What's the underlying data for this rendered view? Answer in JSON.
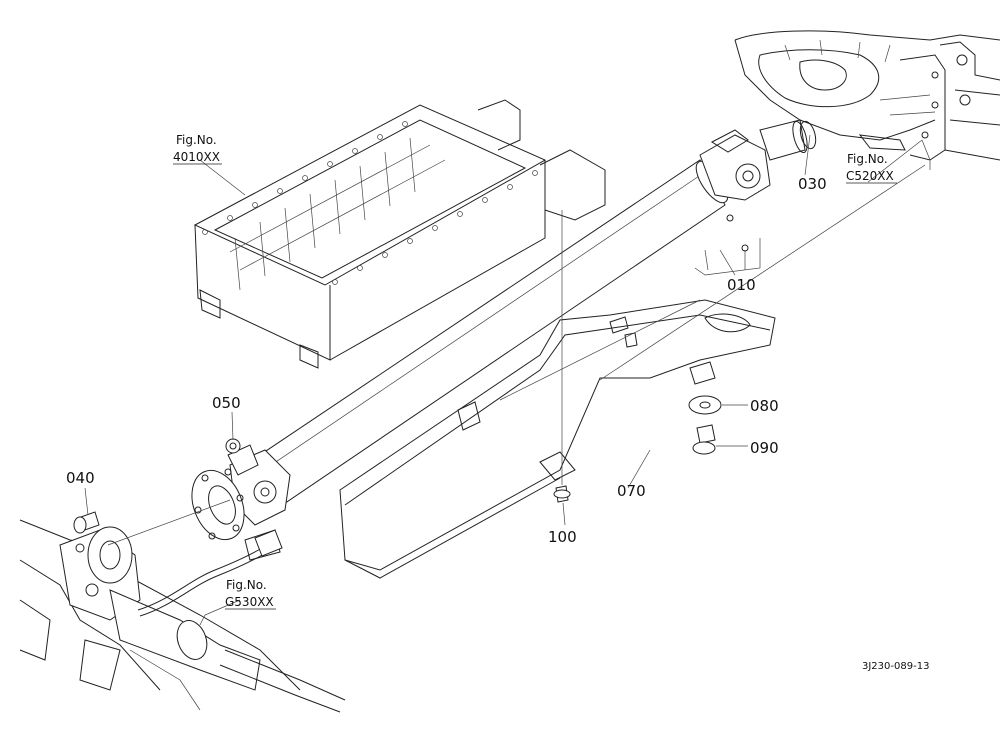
{
  "part_numbers": {
    "p010": "010",
    "p030": "030",
    "p040": "040",
    "p050": "050",
    "p070": "070",
    "p080": "080",
    "p090": "090",
    "p100": "100"
  },
  "references": {
    "ref_4010": {
      "prefix": "Fig.No.",
      "code": "4010XX"
    },
    "ref_c520": {
      "prefix": "Fig.No.",
      "code": "C520XX"
    },
    "ref_g530": {
      "prefix": "Fig.No.",
      "code": "G530XX"
    }
  },
  "drawing_code": "3J230-089-13"
}
